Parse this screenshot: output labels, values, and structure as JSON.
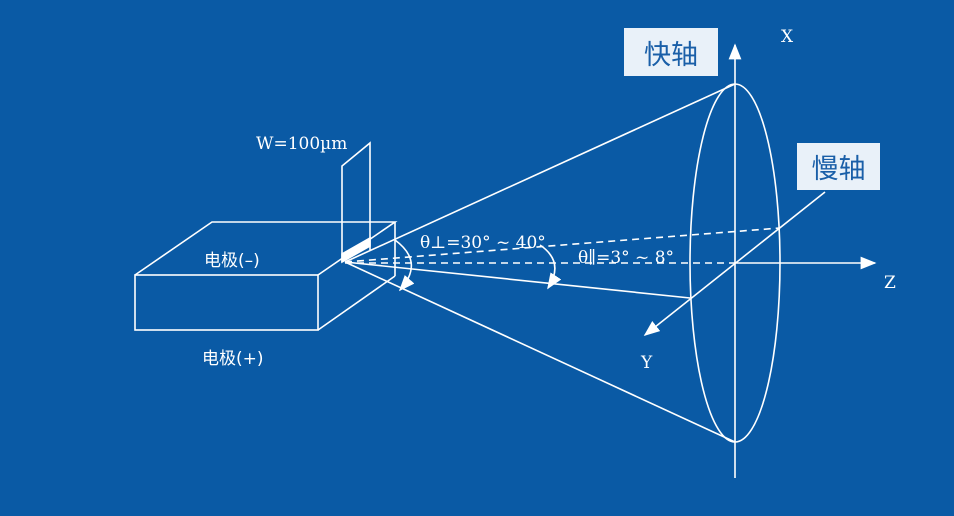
{
  "labels": {
    "width": "W=100µm",
    "electrode_neg": "电极(–)",
    "electrode_pos": "电极(+)",
    "theta_perp": "θ⊥=30° ~ 40°",
    "theta_par": "θ∥=3° ~ 8°",
    "axis_x": "X",
    "axis_y": "Y",
    "axis_z": "Z",
    "fast_axis": "快轴",
    "slow_axis": "慢轴"
  },
  "colors": {
    "background": "#0A5AA5",
    "line": "#FFFFFF",
    "label_box": "#E9F1F9",
    "label_text": "#1A5FA8"
  }
}
